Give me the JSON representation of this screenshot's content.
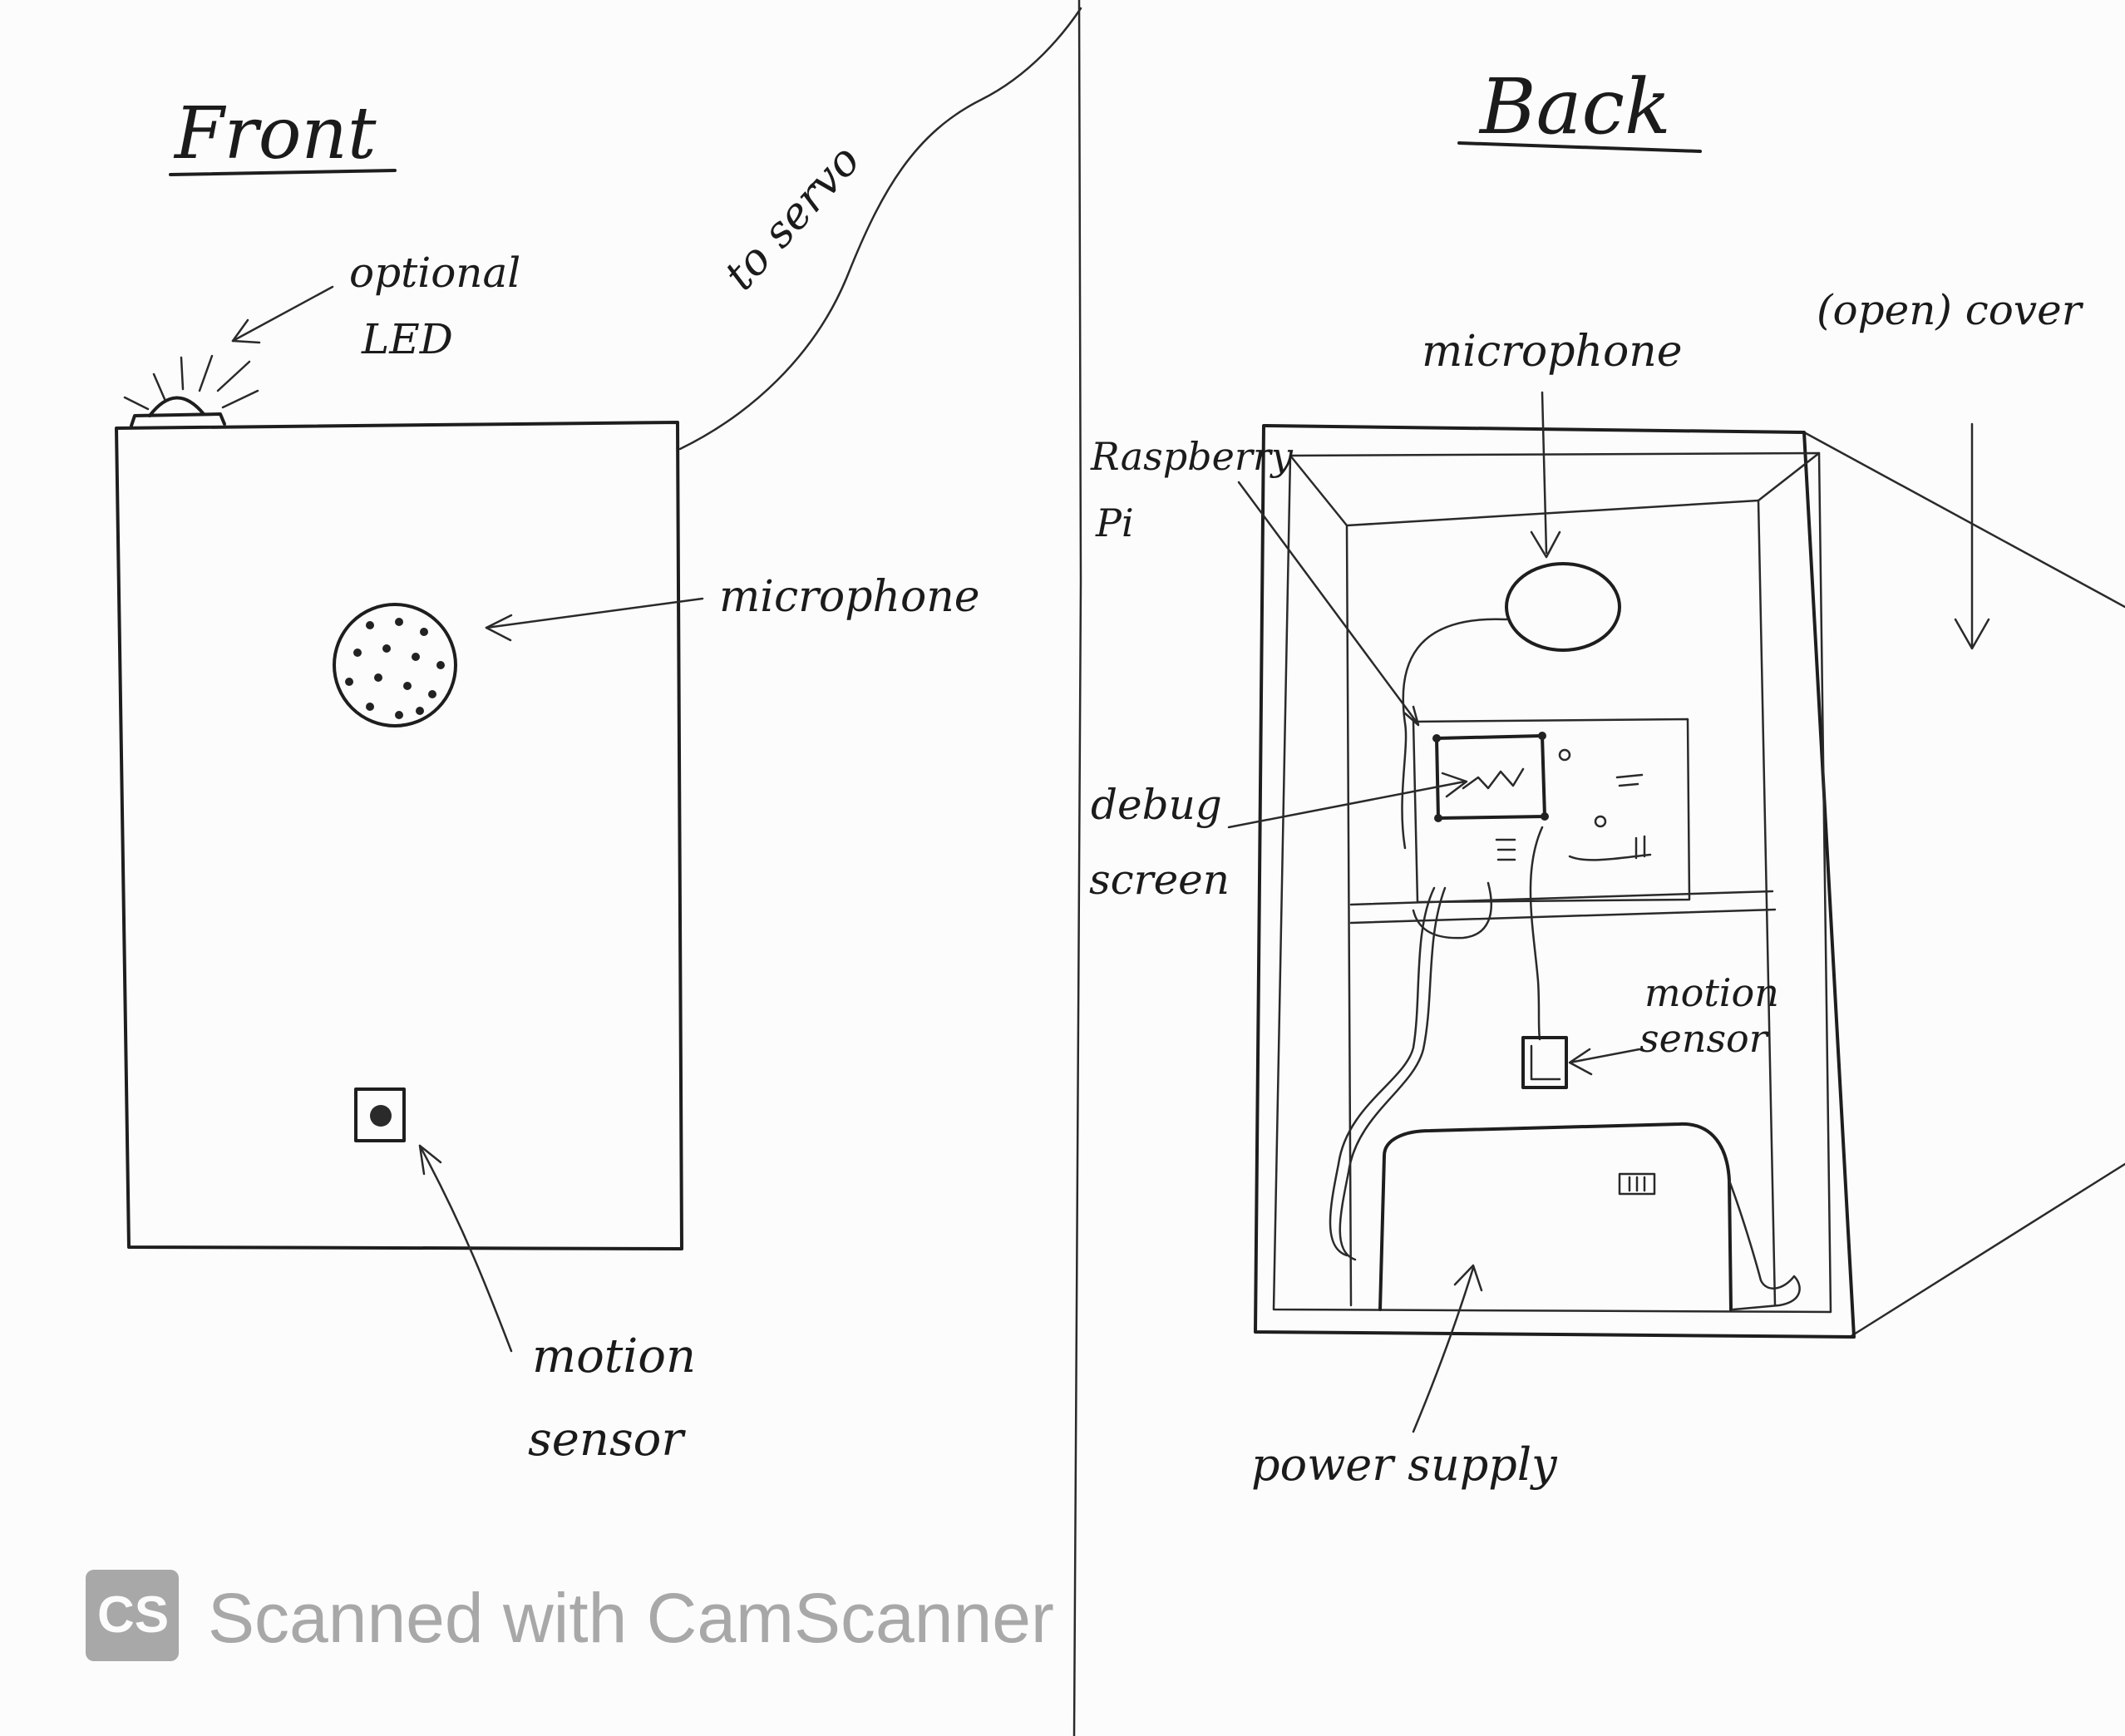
{
  "front": {
    "title": "Front",
    "labels": {
      "led": [
        "optional",
        "LED"
      ],
      "servo": "to servo",
      "microphone": "microphone",
      "motion_sensor": [
        "motion",
        "sensor"
      ]
    }
  },
  "back": {
    "title": "Back",
    "labels": {
      "cover": "(open) cover",
      "microphone": "microphone",
      "raspberry_pi": [
        "Raspberry",
        "Pi"
      ],
      "debug_screen": [
        "debug",
        "screen"
      ],
      "motion_sensor": [
        "motion",
        "sensor"
      ],
      "power_supply": "power supply"
    }
  },
  "watermark": {
    "badge": "CS",
    "text": "Scanned with CamScanner"
  },
  "colors": {
    "paper": "#fdfcfd",
    "ink": "#1e1e1e",
    "watermark": "#a8a8a8"
  }
}
